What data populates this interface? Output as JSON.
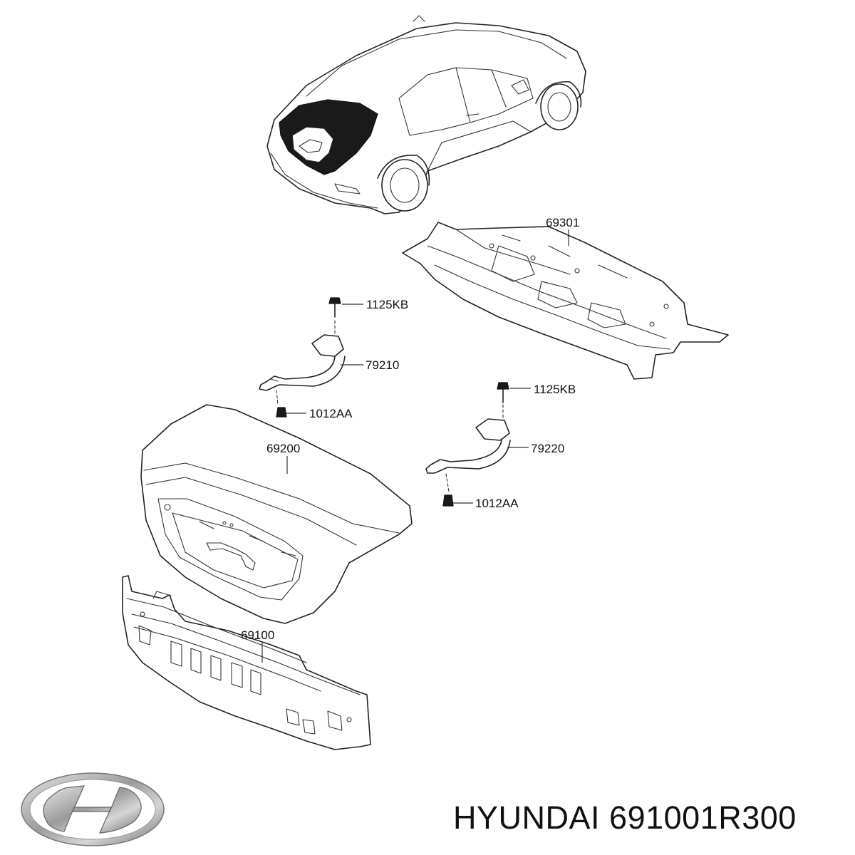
{
  "callouts": [
    {
      "id": "c69301",
      "text": "69301"
    },
    {
      "id": "c1125kb_a",
      "text": "1125KB"
    },
    {
      "id": "c79210",
      "text": "79210"
    },
    {
      "id": "c1012aa_a",
      "text": "1012AA"
    },
    {
      "id": "c1125kb_b",
      "text": "1125KB"
    },
    {
      "id": "c69200",
      "text": "69200"
    },
    {
      "id": "c79220",
      "text": "79220"
    },
    {
      "id": "c1012aa_b",
      "text": "1012AA"
    },
    {
      "id": "c69100",
      "text": "69100"
    }
  ],
  "footer": {
    "brand_name": "HYUNDAI",
    "part_number": "691001R300",
    "logo_icon": "hyundai-logo-icon"
  }
}
